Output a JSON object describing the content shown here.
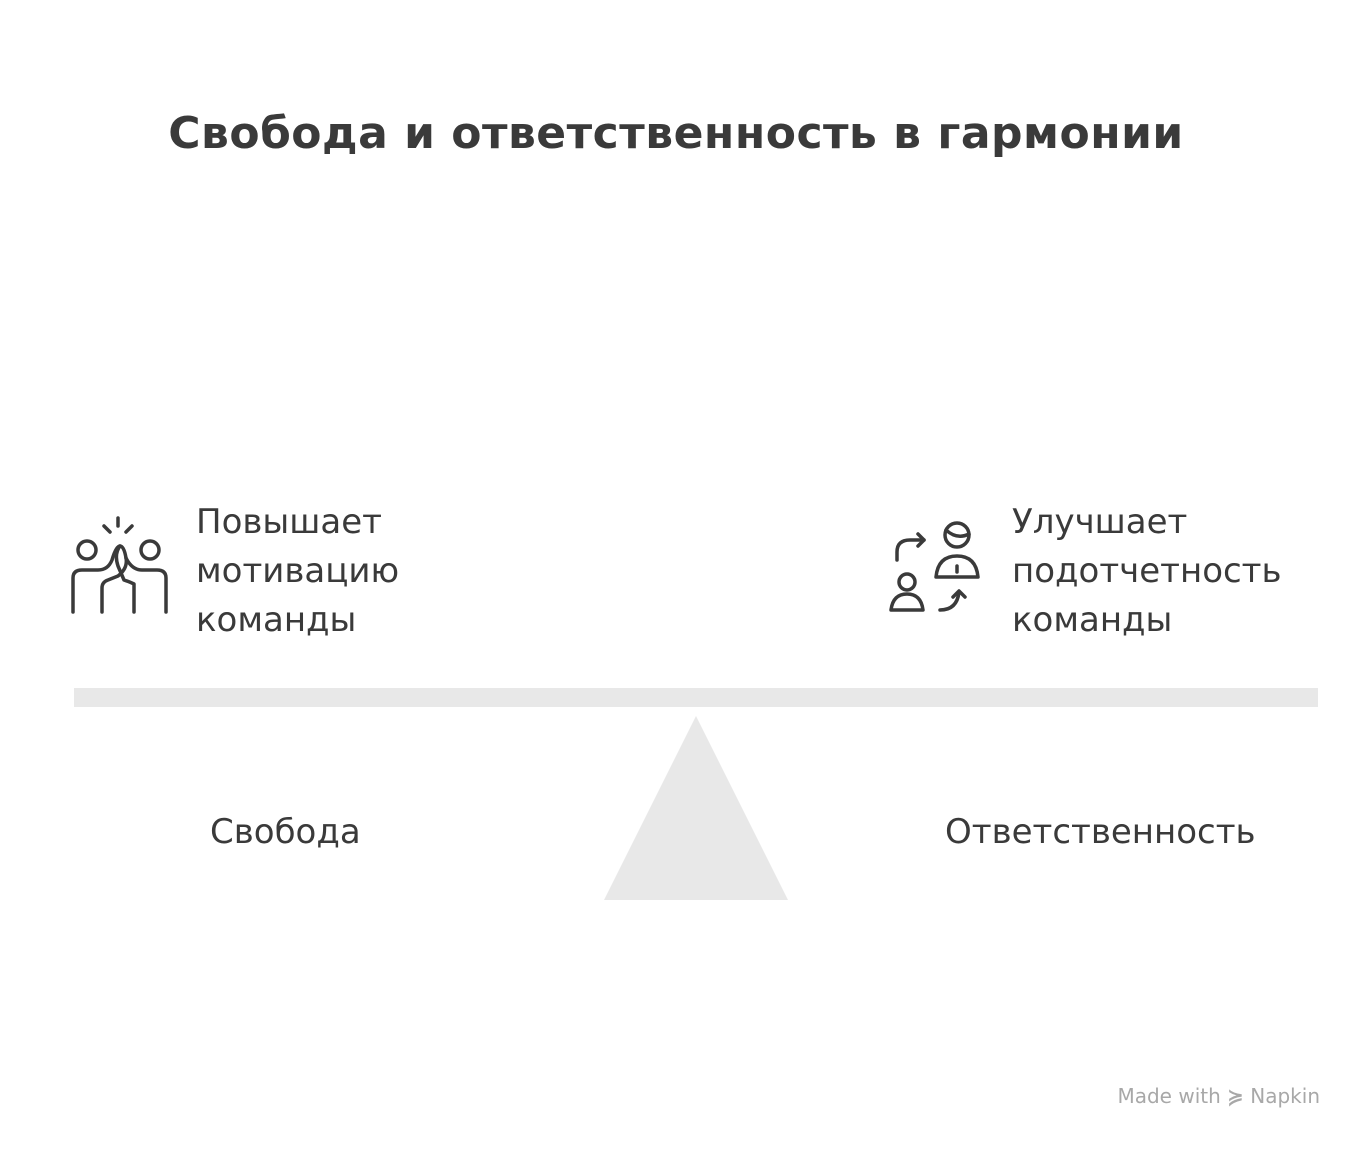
{
  "title": "Свобода и ответственность в гармонии",
  "left": {
    "benefit_lines": [
      "Повышает",
      "мотивацию",
      "команды"
    ],
    "caption": "Свобода",
    "icon": "high-five-icon"
  },
  "right": {
    "benefit_lines": [
      "Улучшает",
      "подотчетность",
      "команды"
    ],
    "caption": "Ответственность",
    "icon": "accountability-icon"
  },
  "footer": {
    "made_with": "Made with",
    "brand": "Napkin"
  },
  "colors": {
    "text": "#3a3a3a",
    "scale": "#e8e8e8"
  }
}
